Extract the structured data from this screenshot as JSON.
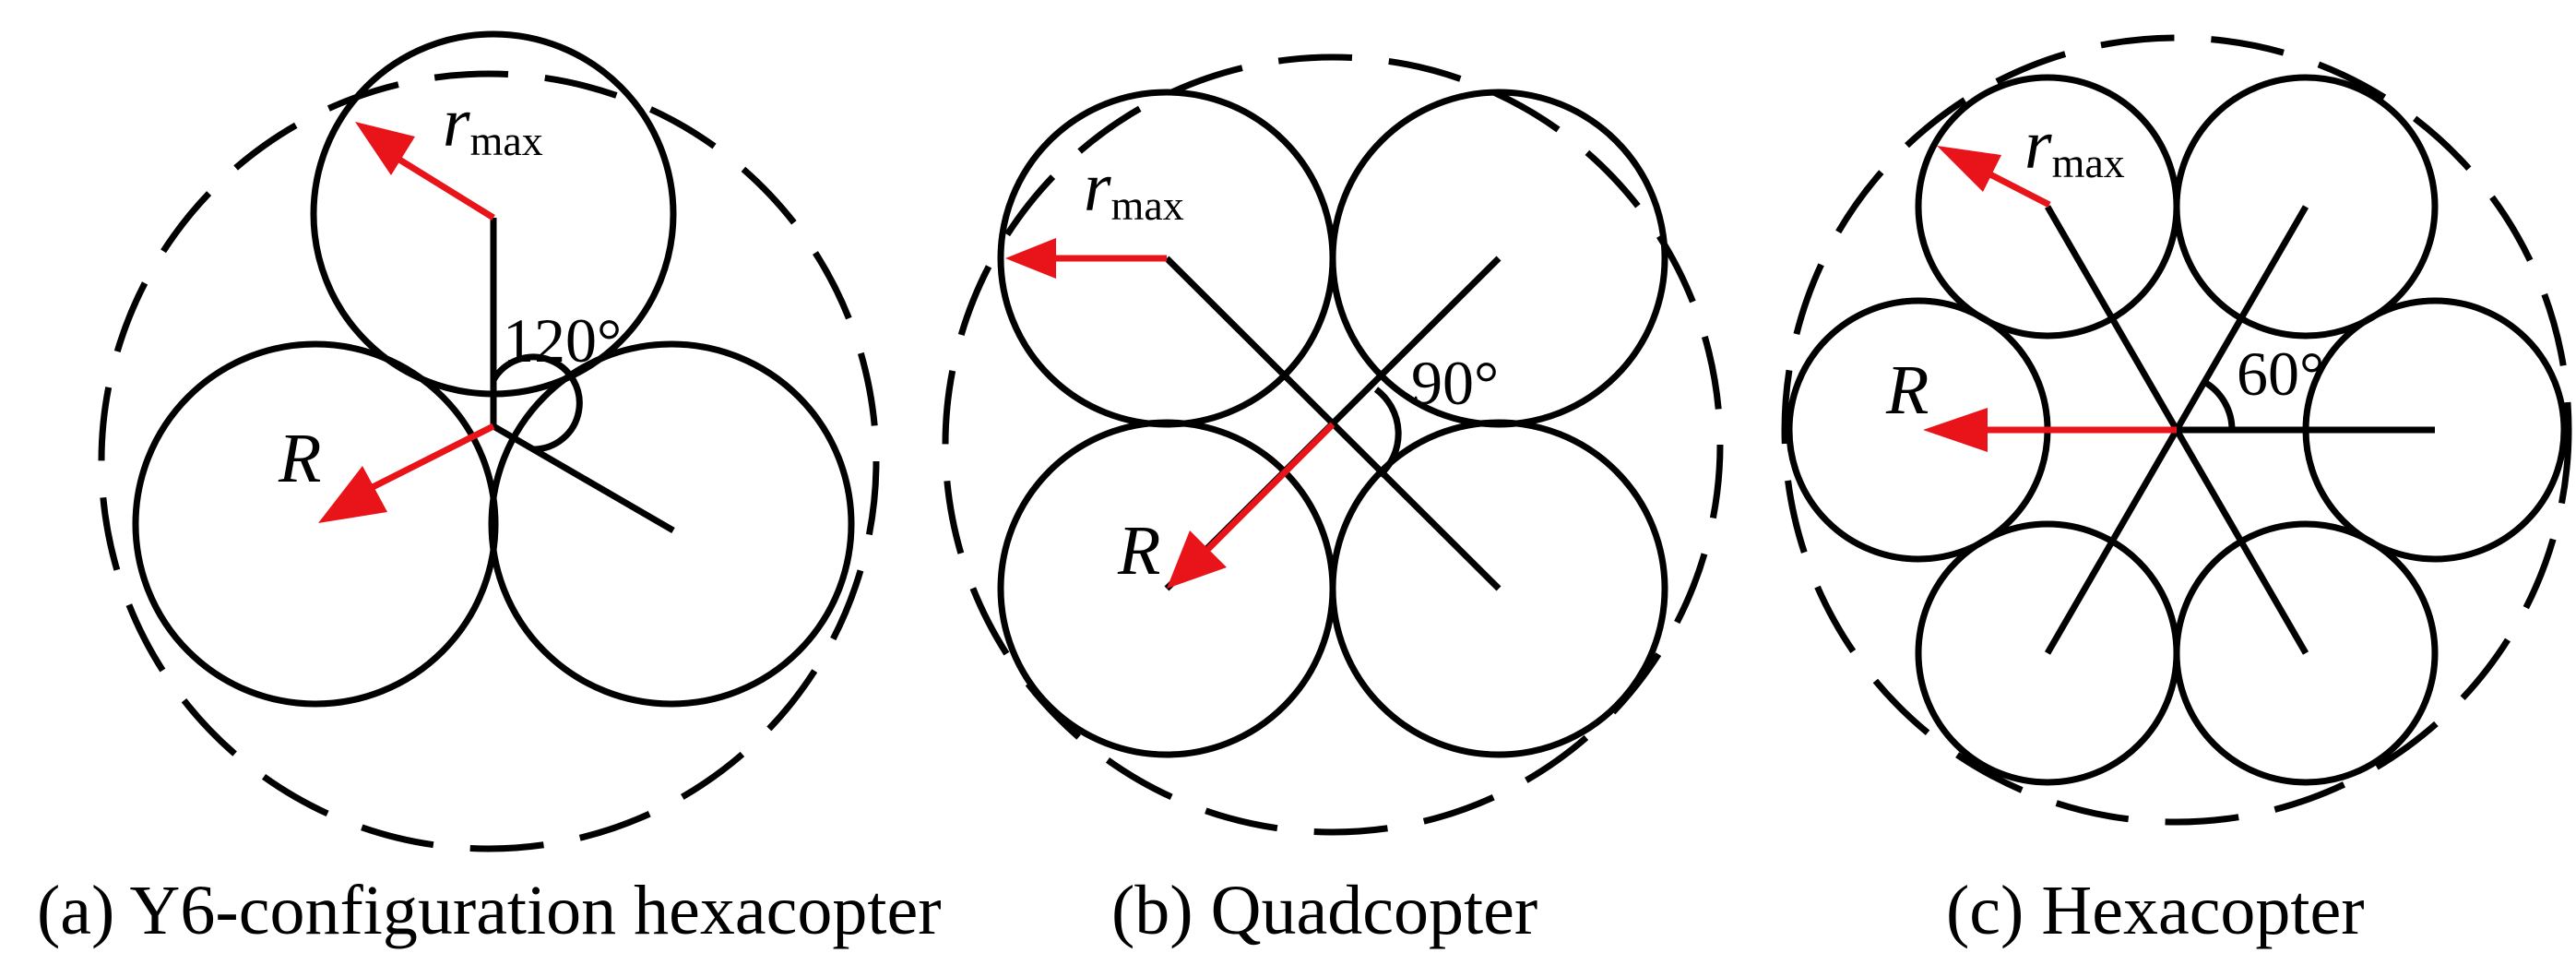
{
  "panels": [
    {
      "id": "a",
      "caption": "(a) Y6-configuration hexacopter",
      "angle_label": "120°",
      "r_max_symbol": "r",
      "r_max_subscript": "max",
      "R_symbol": "R"
    },
    {
      "id": "b",
      "caption": "(b) Quadcopter",
      "angle_label": "90°",
      "r_max_symbol": "r",
      "r_max_subscript": "max",
      "R_symbol": "R"
    },
    {
      "id": "c",
      "caption": "(c) Hexacopter",
      "angle_label": "60°",
      "r_max_symbol": "r",
      "r_max_subscript": "max",
      "R_symbol": "R"
    }
  ],
  "colors": {
    "outline": "#000000",
    "vector": "#e8141a",
    "background": "#ffffff"
  }
}
